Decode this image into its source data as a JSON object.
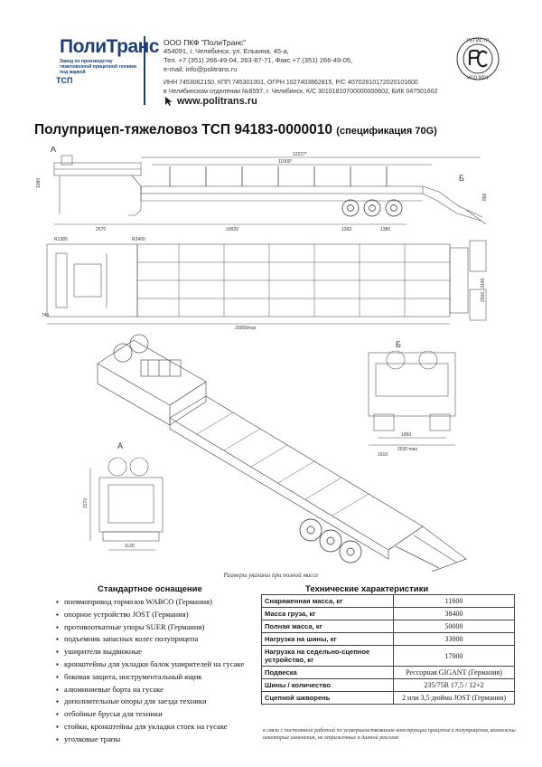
{
  "logo": {
    "brand": "ПолиТранс",
    "subtitle": "Завод по производству тяжеловозной прицепной техники под маркой",
    "mark": "ТСП"
  },
  "company": {
    "name": "ООО ПКФ \"ПолиТранс\"",
    "address": "454091, г. Челябинск, ул. Елькина, 45-а,",
    "phones": "Тел. +7 (351) 266-49-04, 263-87-71, Факс +7 (351) 266-49-05,",
    "email": "e-mail: info@politrans.ru",
    "bank_line1": "ИНН 7453062150, КПП 745301001, ОГРН 1027403862815, Р/С 40702810172020101600",
    "bank_line2": "в Челябинском отделении №8597, г. Челябинск, К/С 30101810700000000602, БИК 047501602",
    "website": "www.politrans.ru"
  },
  "certificate": {
    "top": "РЕГИСТР",
    "mark": "РС",
    "bottom": "ИСО 9001"
  },
  "title": {
    "main": "Полуприцеп-тяжеловоз ТСП 94183-0000010",
    "spec": "(спецификация 70G)"
  },
  "drawing": {
    "label_a": "А",
    "label_b": "Б",
    "dims": {
      "d12227": "12227*",
      "d11000": "11000*",
      "d1080": "1080",
      "d2570": "2570",
      "d740": "740",
      "d10920": "10920",
      "d1360": "1360",
      "d1380": "1380",
      "d866": "866",
      "r1385": "R1385",
      "r2400": "R2400",
      "d15955": "15955max",
      "d2500": "2500...3140",
      "d1610": "1610",
      "d1120": "1120",
      "d3170": "3170",
      "d1950": "1950",
      "d2530": "2530 max"
    }
  },
  "note": "Размеры указаны при полной массе",
  "standard": {
    "title": "Стандартное оснащение",
    "items": [
      "пневмопривод тормозов  WABCO (Германия)",
      "опорное устройство JOST (Германия)",
      "противооткатные упоры SUER (Германия)",
      "подъемник запасных колес полуприцепа",
      "уширители выдвижные",
      "кронштейны для укладки балок уширителей на гусаке",
      "боковая защита, инструментальный ящик",
      "алюминиевые борта на гусаке",
      "дополнительные опоры для заезда техники",
      "отбойные брусья для техники",
      "стойки, кронштейны для укладки стоек на гусаке",
      "уголковые трапы"
    ]
  },
  "tech": {
    "title": "Технические характеристики",
    "rows": [
      {
        "param": "Снаряженная масса, кг",
        "value": "11600"
      },
      {
        "param": "Масса груза, кг",
        "value": "38400"
      },
      {
        "param": "Полная масса, кг",
        "value": "50000"
      },
      {
        "param": "Нагрузка на шины, кг",
        "value": "33000"
      },
      {
        "param": "Нагрузка на седельно-сцепное устройство, кг",
        "value": "17000"
      },
      {
        "param": "Подвеска",
        "value": "Рессорная GIGANT (Германия)"
      },
      {
        "param": "Шины / количество",
        "value": "235/75R 17,5 / 12+2"
      },
      {
        "param": "Сцепной шкворень",
        "value": "2 или 3,5 дюйма JOST (Германия)"
      }
    ],
    "disclaimer": "в связи с постоянной работой по усовершенствованию конструкции прицепов и полуприцепов, возможны некоторые изменения, не отраженные в данной рекламе"
  },
  "colors": {
    "brand": "#1f3f7a",
    "line": "#555555"
  }
}
